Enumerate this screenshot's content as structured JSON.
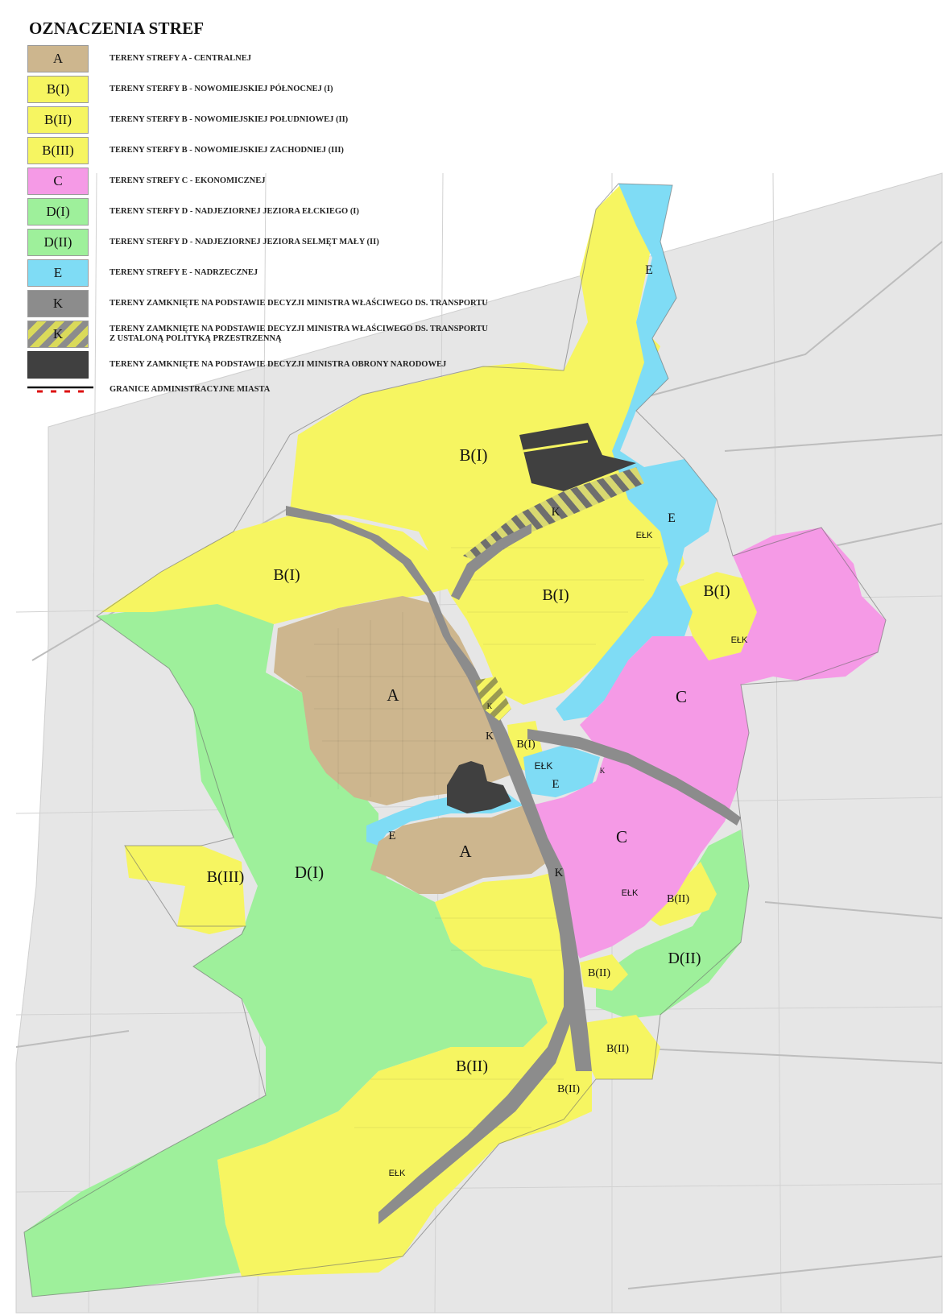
{
  "legend": {
    "title": "OZNACZENIA STREF",
    "items": [
      {
        "code": "A",
        "label": "TERENY STREFY A - CENTRALNEJ",
        "color": "#cdb68e"
      },
      {
        "code": "B(I)",
        "label": "TERENY STERFY B - NOWOMIEJSKIEJ PÓŁNOCNEJ (I)",
        "color": "#f6f561"
      },
      {
        "code": "B(II)",
        "label": "TERENY STERFY B - NOWOMIEJSKIEJ POŁUDNIOWEJ (II)",
        "color": "#f6f561"
      },
      {
        "code": "B(III)",
        "label": "TERENY STERFY B - NOWOMIEJSKIEJ ZACHODNIEJ (III)",
        "color": "#f6f561"
      },
      {
        "code": "C",
        "label": "TERENY STREFY C - EKONOMICZNEJ",
        "color": "#f59ae6"
      },
      {
        "code": "D(I)",
        "label": "TERENY STERFY D - NADJEZIORNEJ JEZIORA EŁCKIEGO (I)",
        "color": "#9ef09b"
      },
      {
        "code": "D(II)",
        "label": "TERENY STERFY D - NADJEZIORNEJ JEZIORA SELMĘT MAŁY (II)",
        "color": "#9ef09b"
      },
      {
        "code": "E",
        "label": "TERENY STREFY E - NADRZECZNEJ",
        "color": "#7fdcf5"
      },
      {
        "code": "K",
        "label": "TERENY ZAMKNIĘTE NA PODSTAWIE DECYZJI MINISTRA WŁAŚCIWEGO DS. TRANSPORTU",
        "color": "#8c8c8c"
      },
      {
        "code": "K",
        "label": "TERENY ZAMKNIĘTE NA PODSTAWIE DECYZJI MINISTRA WŁAŚCIWEGO DS. TRANSPORTU",
        "label2": "Z USTALONĄ POLITYKĄ PRZESTRZENNĄ",
        "color": "#8c8c8c",
        "pattern": "hatched"
      },
      {
        "code": "",
        "label": "TERENY ZAMKNIĘTE NA PODSTAWIE DECYZJI MINISTRA OBRONY NARODOWEJ",
        "color": "#404040"
      },
      {
        "code": "",
        "label": "GRANICE ADMINISTRACYJNE MIASTA",
        "color": "#111111",
        "pattern": "border"
      }
    ]
  },
  "map_labels": {
    "b1_north": "B(I)",
    "k_north": "K",
    "e_north_top": "E",
    "e_north": "E",
    "elk_1": "EŁK",
    "b1_west": "B(I)",
    "b1_center": "B(I)",
    "b1_east": "B(I)",
    "elk_2": "EŁK",
    "a_north": "A",
    "k_station_a": "K",
    "k_station_b": "K",
    "c_north": "C",
    "b1_small": "B(I)",
    "k_small": "K",
    "elk_3": "EŁK",
    "e_center": "E",
    "e_west": "E",
    "a_south": "A",
    "c_south": "C",
    "k_south": "K",
    "b3": "B(III)",
    "d1": "D(I)",
    "elk_4": "EŁK",
    "b2_east1": "B(II)",
    "d2": "D(II)",
    "b2_east2": "B(II)",
    "b2_east3": "B(II)",
    "b2_main": "B(II)",
    "b2_small": "B(II)",
    "elk_5": "EŁK"
  },
  "colors": {
    "zone_a": "#cdb68e",
    "zone_b": "#f6f561",
    "zone_c": "#f59ae6",
    "zone_d": "#9ef09b",
    "zone_e": "#7fdcf5",
    "zone_k": "#8c8c8c",
    "zone_mil": "#404040",
    "base_map": "#e4e4e4"
  }
}
